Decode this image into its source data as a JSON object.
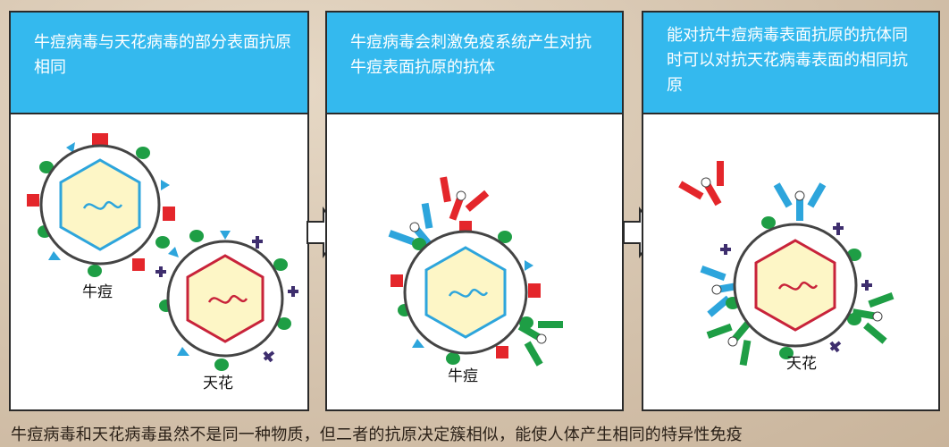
{
  "panels": [
    {
      "header": "牛痘病毒与天花病毒的部分表面抗原相同",
      "labels": [
        "牛痘",
        "天花"
      ]
    },
    {
      "header": "牛痘病毒会刺激免疫系统产生对抗牛痘表面抗原的抗体",
      "labels": [
        "牛痘"
      ]
    },
    {
      "header": "能对抗牛痘病毒表面抗原的抗体同时可以对抗天花病毒表面的相同抗原",
      "labels": [
        "天花"
      ]
    }
  ],
  "caption": "牛痘病毒和天花病毒虽然不是同一种物质，但二者的抗原决定簇相似，能使人体产生相同的特异性免疫",
  "colors": {
    "header_bg": "#34b9ee",
    "antigen_green": "#1e9e45",
    "antigen_red": "#e4262b",
    "antigen_blue": "#2da5dc",
    "antigen_purple": "#3e2e6e",
    "capsid_cowpox": "#2da5dc",
    "capsid_smallpox": "#c8233a",
    "capsid_fill": "#fdf6c6"
  }
}
